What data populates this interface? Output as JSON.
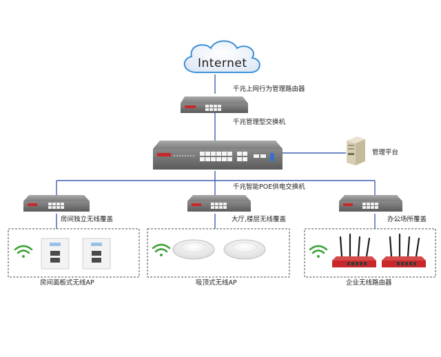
{
  "internet": {
    "label": "Internet"
  },
  "core": {
    "router_label": "千兆上网行为管理路由器",
    "managed_switch_label": "千兆管理型交换机",
    "platform_label": "管理平台",
    "poe_switch_label": "千兆智能POE供电交换机"
  },
  "branches": [
    {
      "switch_label": "房间独立无线覆盖",
      "device_label": "房间面板式无线AP"
    },
    {
      "switch_label": "大厅,楼层无线覆盖",
      "device_label": "吸顶式无线AP"
    },
    {
      "switch_label": "办公场所覆盖",
      "device_label": "企业无线路由器"
    }
  ],
  "colors": {
    "line": "#3f5fb0",
    "switch_body": "#6f6f6f",
    "wifi": "#3ea33a",
    "router_red": "#c9282a"
  },
  "icons": [
    "cloud-icon",
    "router-icon",
    "switch-icon",
    "server-icon",
    "wifi-icon",
    "panel-ap-icon",
    "ceiling-ap-icon",
    "wireless-router-icon"
  ]
}
